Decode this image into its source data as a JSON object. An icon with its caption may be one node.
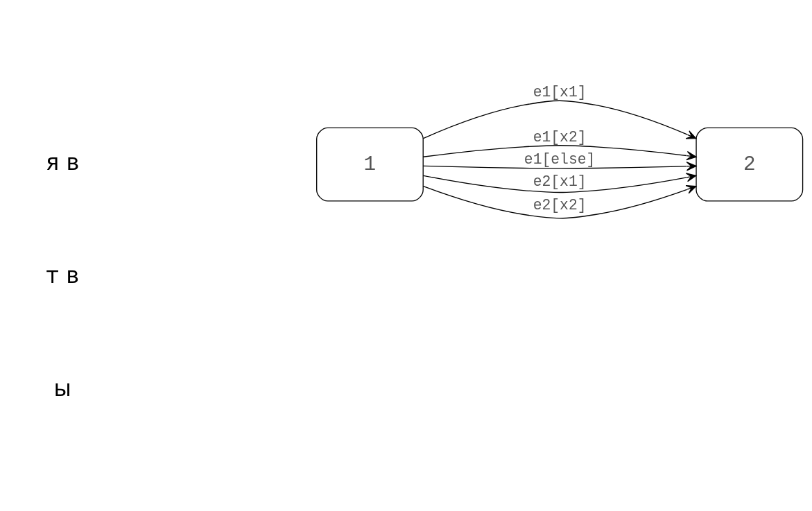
{
  "diagram": {
    "nodes": [
      {
        "text": [
          "1"
        ]
      },
      {
        "text": [
          "2"
        ]
      }
    ],
    "edges": [
      {
        "from": 0,
        "to": 1,
        "arrow": "to",
        "label": "e1[x1]"
      },
      {
        "from": 0,
        "to": 1,
        "arrow": "to",
        "label": "e1[x2]"
      },
      {
        "from": 0,
        "to": 1,
        "arrow": "to",
        "label": "e1[else]"
      },
      {
        "from": 0,
        "to": 1,
        "arrow": "to",
        "label": "e2[x1]"
      },
      {
        "from": 0,
        "to": 1,
        "arrow": "to",
        "label": "e2[x2]"
      }
    ],
    "labels": [
      "я в",
      "т в",
      "ы"
    ]
  }
}
